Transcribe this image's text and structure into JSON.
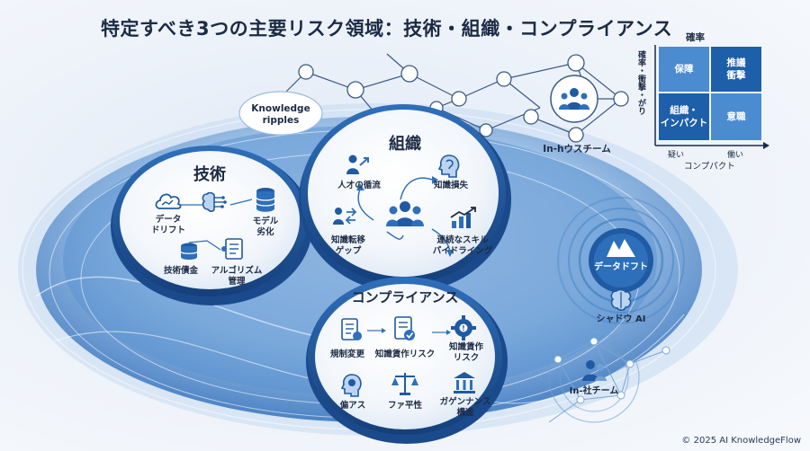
{
  "title": "特定すべき3つの主要リスク領域：技術・組織・コンプライアンス",
  "ripples_label": [
    "Knowledge",
    "ripples"
  ],
  "tech": {
    "title": "技術",
    "items": [
      {
        "label": [
          "データ",
          "ドリフト"
        ],
        "icon": "cloud-icon"
      },
      {
        "label": [
          "モデル",
          "劣化"
        ],
        "icon": "database-icon"
      },
      {
        "label": [
          "技術債金"
        ],
        "icon": "debt-stack-icon"
      },
      {
        "label": [
          "アルゴリズム",
          "管理"
        ],
        "icon": "algorithm-icon"
      }
    ],
    "hub_icon": "brain-circuit-icon"
  },
  "org": {
    "title": "組織",
    "items": [
      {
        "label": [
          "人才の循流"
        ],
        "icon": "talent-flow-icon"
      },
      {
        "label": [
          "知識損失"
        ],
        "icon": "head-icon"
      },
      {
        "label": [
          "知識転移",
          "ゲップ"
        ],
        "icon": "transfer-icon"
      },
      {
        "label": [
          "連続なスキル",
          "パイドライング"
        ],
        "icon": "chart-up-icon"
      }
    ],
    "hub_icon": "team-icon"
  },
  "compliance": {
    "title": "コンプライアンス",
    "items": [
      {
        "label": [
          "規制変更"
        ],
        "icon": "document-icon"
      },
      {
        "label": [
          "知識賃作リスク"
        ],
        "icon": "doc-check-icon"
      },
      {
        "label": [
          "知識賃作",
          "リスク"
        ],
        "icon": "gear-icon"
      },
      {
        "label": [
          "偏アス"
        ],
        "icon": "head-gear-icon"
      },
      {
        "label": [
          "ファ平性"
        ],
        "icon": "scales-icon"
      },
      {
        "label": [
          "ガゲンナンス",
          "構造"
        ],
        "icon": "bank-icon"
      }
    ]
  },
  "network": {
    "label": "In-hウスチーム"
  },
  "right_items": [
    {
      "label": "データドフト",
      "icon": "mountain-chart-icon"
    },
    {
      "label": "シャドウ AI",
      "icon": "brain-icon"
    },
    {
      "label": "In-社チーム",
      "icon": "users-icon"
    }
  ],
  "matrix": {
    "top_label": "確率",
    "side_label": "確率・衝撃・がり",
    "cells": [
      {
        "label": [
          "保障"
        ]
      },
      {
        "label": [
          "推議",
          "衝撃"
        ]
      },
      {
        "label": [
          "組織・",
          "インパクト"
        ]
      },
      {
        "label": [
          "意職"
        ]
      }
    ],
    "x_left": "疑い",
    "x_right": "働い",
    "x_title": "コンプパクト",
    "colors": {
      "light": "#4b8bd0",
      "dark": "#1e5fa9"
    }
  },
  "copyright": "© 2025 AI KnowledgeFlow",
  "colors": {
    "navy": "#1c2b45",
    "blue": "#2d6fba",
    "pale": "#dbe7f5"
  }
}
